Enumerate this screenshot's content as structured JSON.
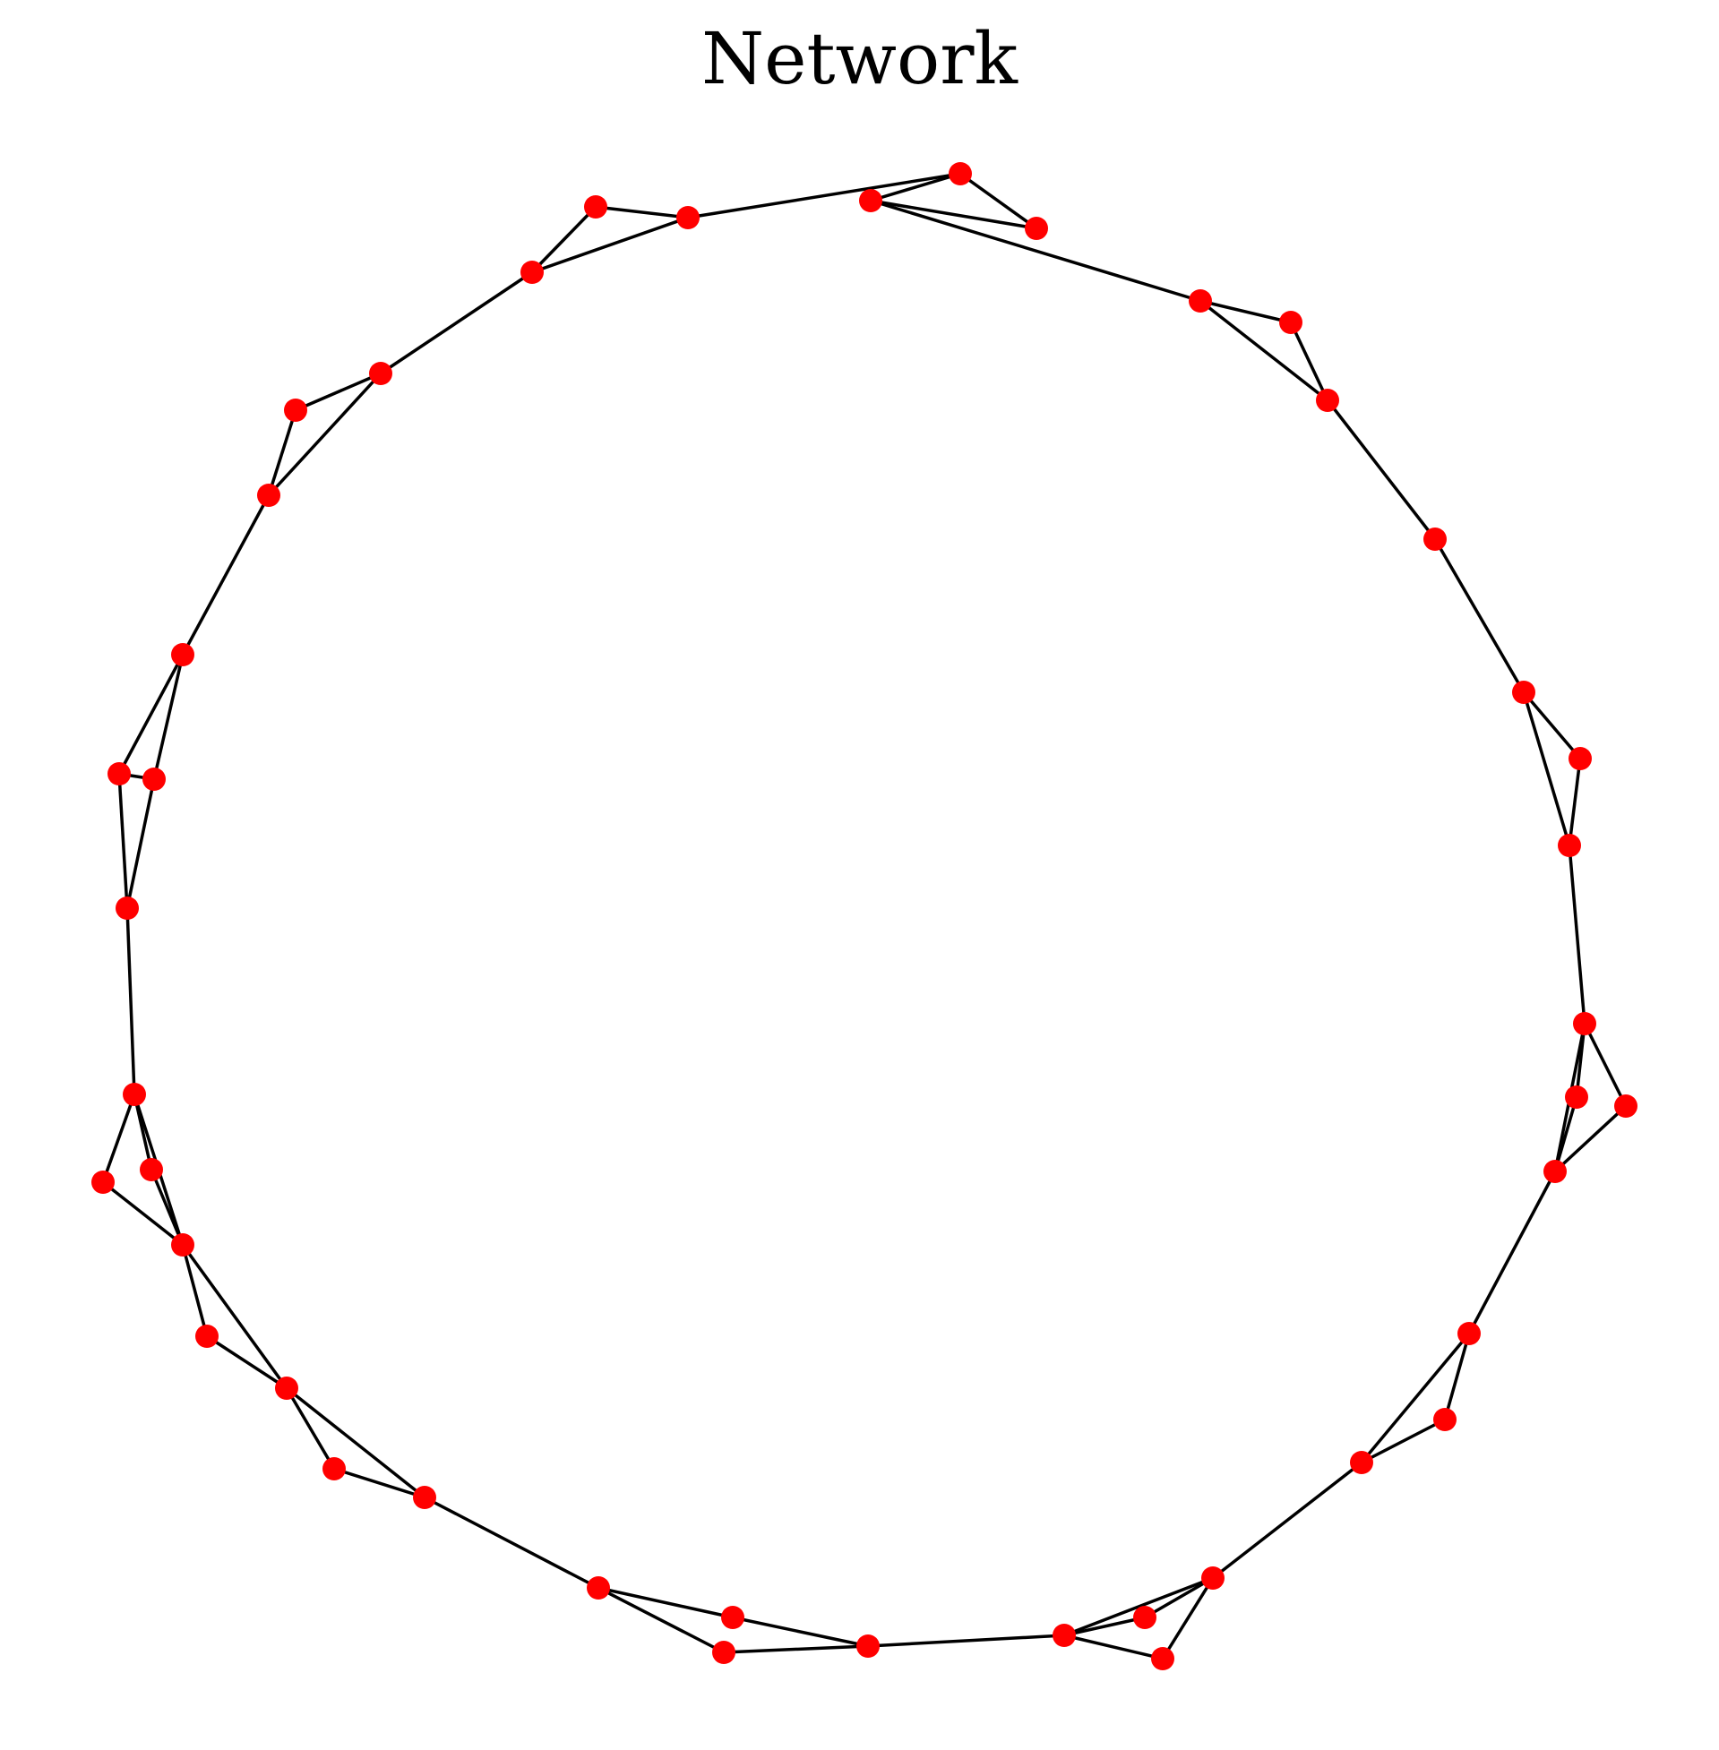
{
  "title": "Network",
  "colors": {
    "node": "#ff0000",
    "edge": "#000000",
    "background": "#ffffff"
  },
  "graph": {
    "nodes": [
      "n1",
      "n2",
      "n3",
      "n4",
      "n5",
      "n6",
      "n7",
      "n8",
      "n9",
      "n10",
      "n11",
      "n12",
      "n13",
      "n14",
      "n15",
      "n16",
      "n17",
      "n18",
      "n19",
      "n20",
      "n21",
      "n22",
      "n23",
      "n24",
      "n25",
      "n26",
      "n27",
      "n28",
      "n29",
      "n30",
      "n31",
      "n32",
      "n33",
      "n34",
      "n35",
      "n36",
      "n37",
      "n38",
      "n39",
      "n40",
      "n41",
      "n42",
      "n43",
      "n44",
      "n45",
      "n46",
      "n47",
      "n48",
      "n49",
      "n50"
    ],
    "edges": [
      [
        "n1",
        "n2"
      ],
      [
        "n1",
        "n3"
      ],
      [
        "n2",
        "n3"
      ],
      [
        "n3",
        "n4"
      ],
      [
        "n4",
        "n5"
      ],
      [
        "n4",
        "n6"
      ],
      [
        "n5",
        "n6"
      ],
      [
        "n6",
        "n7"
      ],
      [
        "n7",
        "n8"
      ],
      [
        "n8",
        "n9"
      ],
      [
        "n8",
        "n10"
      ],
      [
        "n9",
        "n10"
      ],
      [
        "n10",
        "n11"
      ],
      [
        "n11",
        "n12"
      ],
      [
        "n11",
        "n13"
      ],
      [
        "n12",
        "n13"
      ],
      [
        "n13",
        "n14"
      ],
      [
        "n14",
        "n15"
      ],
      [
        "n14",
        "n16"
      ],
      [
        "n15",
        "n16"
      ],
      [
        "n16",
        "n17"
      ],
      [
        "n17",
        "n18"
      ],
      [
        "n17",
        "n19"
      ],
      [
        "n18",
        "n19"
      ],
      [
        "n19",
        "n20"
      ],
      [
        "n20",
        "n21"
      ],
      [
        "n20",
        "n22"
      ],
      [
        "n21",
        "n22"
      ],
      [
        "n22",
        "n23"
      ],
      [
        "n22",
        "n24"
      ],
      [
        "n23",
        "n24"
      ],
      [
        "n24",
        "n25"
      ],
      [
        "n24",
        "n26"
      ],
      [
        "n25",
        "n26"
      ],
      [
        "n26",
        "n27"
      ],
      [
        "n27",
        "n28"
      ],
      [
        "n27",
        "n29"
      ],
      [
        "n28",
        "n29"
      ],
      [
        "n29",
        "n30"
      ],
      [
        "n30",
        "n31"
      ],
      [
        "n30",
        "n32"
      ],
      [
        "n31",
        "n32"
      ],
      [
        "n32",
        "n33"
      ],
      [
        "n33",
        "n34"
      ],
      [
        "n33",
        "n35"
      ],
      [
        "n34",
        "n35"
      ],
      [
        "n35",
        "n36"
      ],
      [
        "n35",
        "n37"
      ],
      [
        "n36",
        "n37"
      ],
      [
        "n37",
        "n38"
      ],
      [
        "n37",
        "n39"
      ],
      [
        "n38",
        "n39"
      ],
      [
        "n39",
        "n40"
      ],
      [
        "n40",
        "n41"
      ],
      [
        "n40",
        "n42"
      ],
      [
        "n41",
        "n42"
      ],
      [
        "n42",
        "n43"
      ],
      [
        "n43",
        "n44"
      ],
      [
        "n43",
        "n45"
      ],
      [
        "n44",
        "n45"
      ],
      [
        "n45",
        "n46"
      ],
      [
        "n46",
        "n47"
      ],
      [
        "n47",
        "n48"
      ],
      [
        "n47",
        "n49"
      ],
      [
        "n48",
        "n49"
      ],
      [
        "n49",
        "n50"
      ],
      [
        "n50",
        "n1"
      ]
    ]
  }
}
